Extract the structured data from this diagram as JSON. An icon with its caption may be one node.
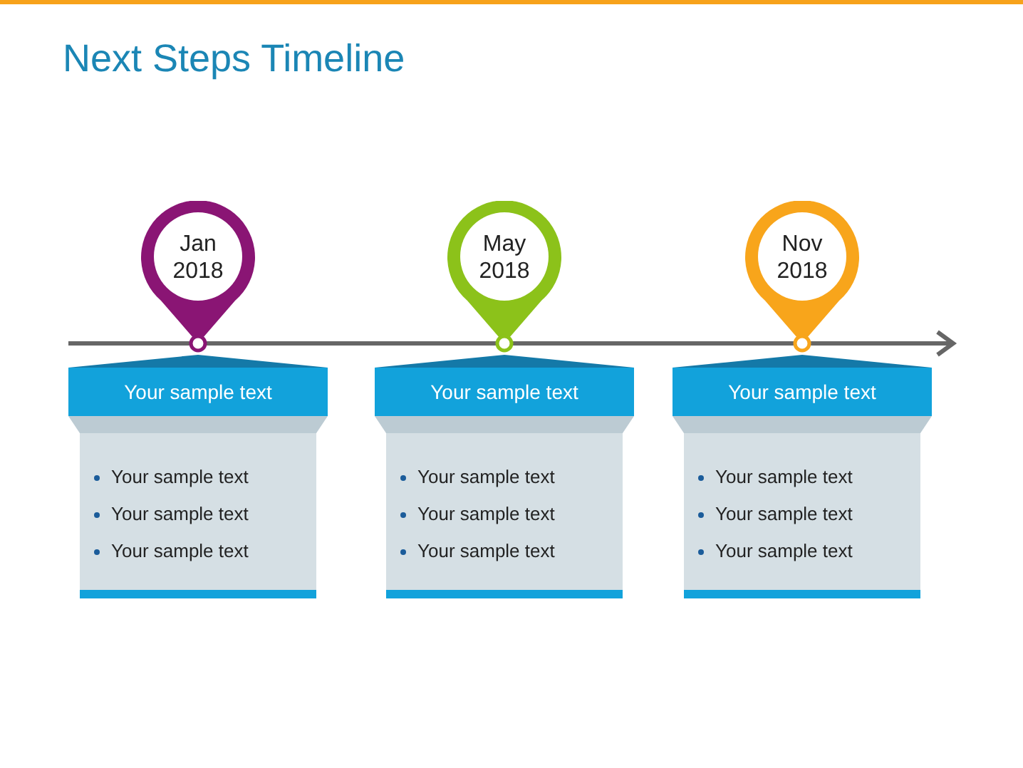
{
  "diagram": {
    "title": "Next Steps Timeline",
    "nodes": [
      {
        "text": [
          "Jan 2018"
        ]
      },
      {
        "text": [
          "Your sample text"
        ]
      },
      {
        "text": [
          "Your sample text",
          "Your sample text",
          "Your sample text"
        ]
      },
      {
        "text": [
          "May 2018"
        ]
      },
      {
        "text": [
          "Your sample text"
        ]
      },
      {
        "text": [
          "Your sample text",
          "Your sample text",
          "Your sample text"
        ]
      },
      {
        "text": [
          "Nov 2018"
        ]
      },
      {
        "text": [
          "Your sample text"
        ]
      },
      {
        "text": [
          "Your sample text",
          "Your sample text",
          "Your sample text"
        ]
      }
    ]
  }
}
